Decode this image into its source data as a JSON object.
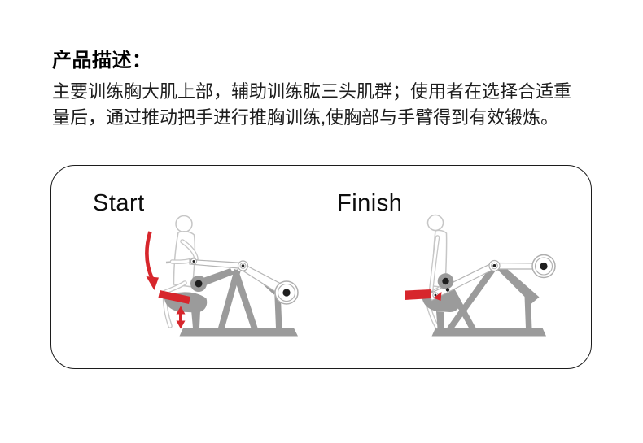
{
  "description": {
    "heading": "产品描述：",
    "lines": [
      "主要训练胸大肌上部，辅助训练肱三头肌群；使用者在选择合适重",
      "量后，通过推动把手进行推胸训练,使胸部与手臂得到有效锻炼。"
    ]
  },
  "diagram": {
    "start_label": "Start",
    "finish_label": "Finish",
    "icons": {
      "press_down_arrow": "curved-red-arrow-down",
      "height_adjust_arrow": "red-double-headed-vertical-arrow"
    }
  },
  "colors": {
    "text_black": "#111111",
    "panel_border": "#1c1c1c",
    "accent_red": "#d7262c",
    "machine_gray": "#9b9b9b",
    "figure_outline_gray": "#c6c6c6",
    "pivot_black": "#1f1f1f",
    "background": "#ffffff"
  }
}
